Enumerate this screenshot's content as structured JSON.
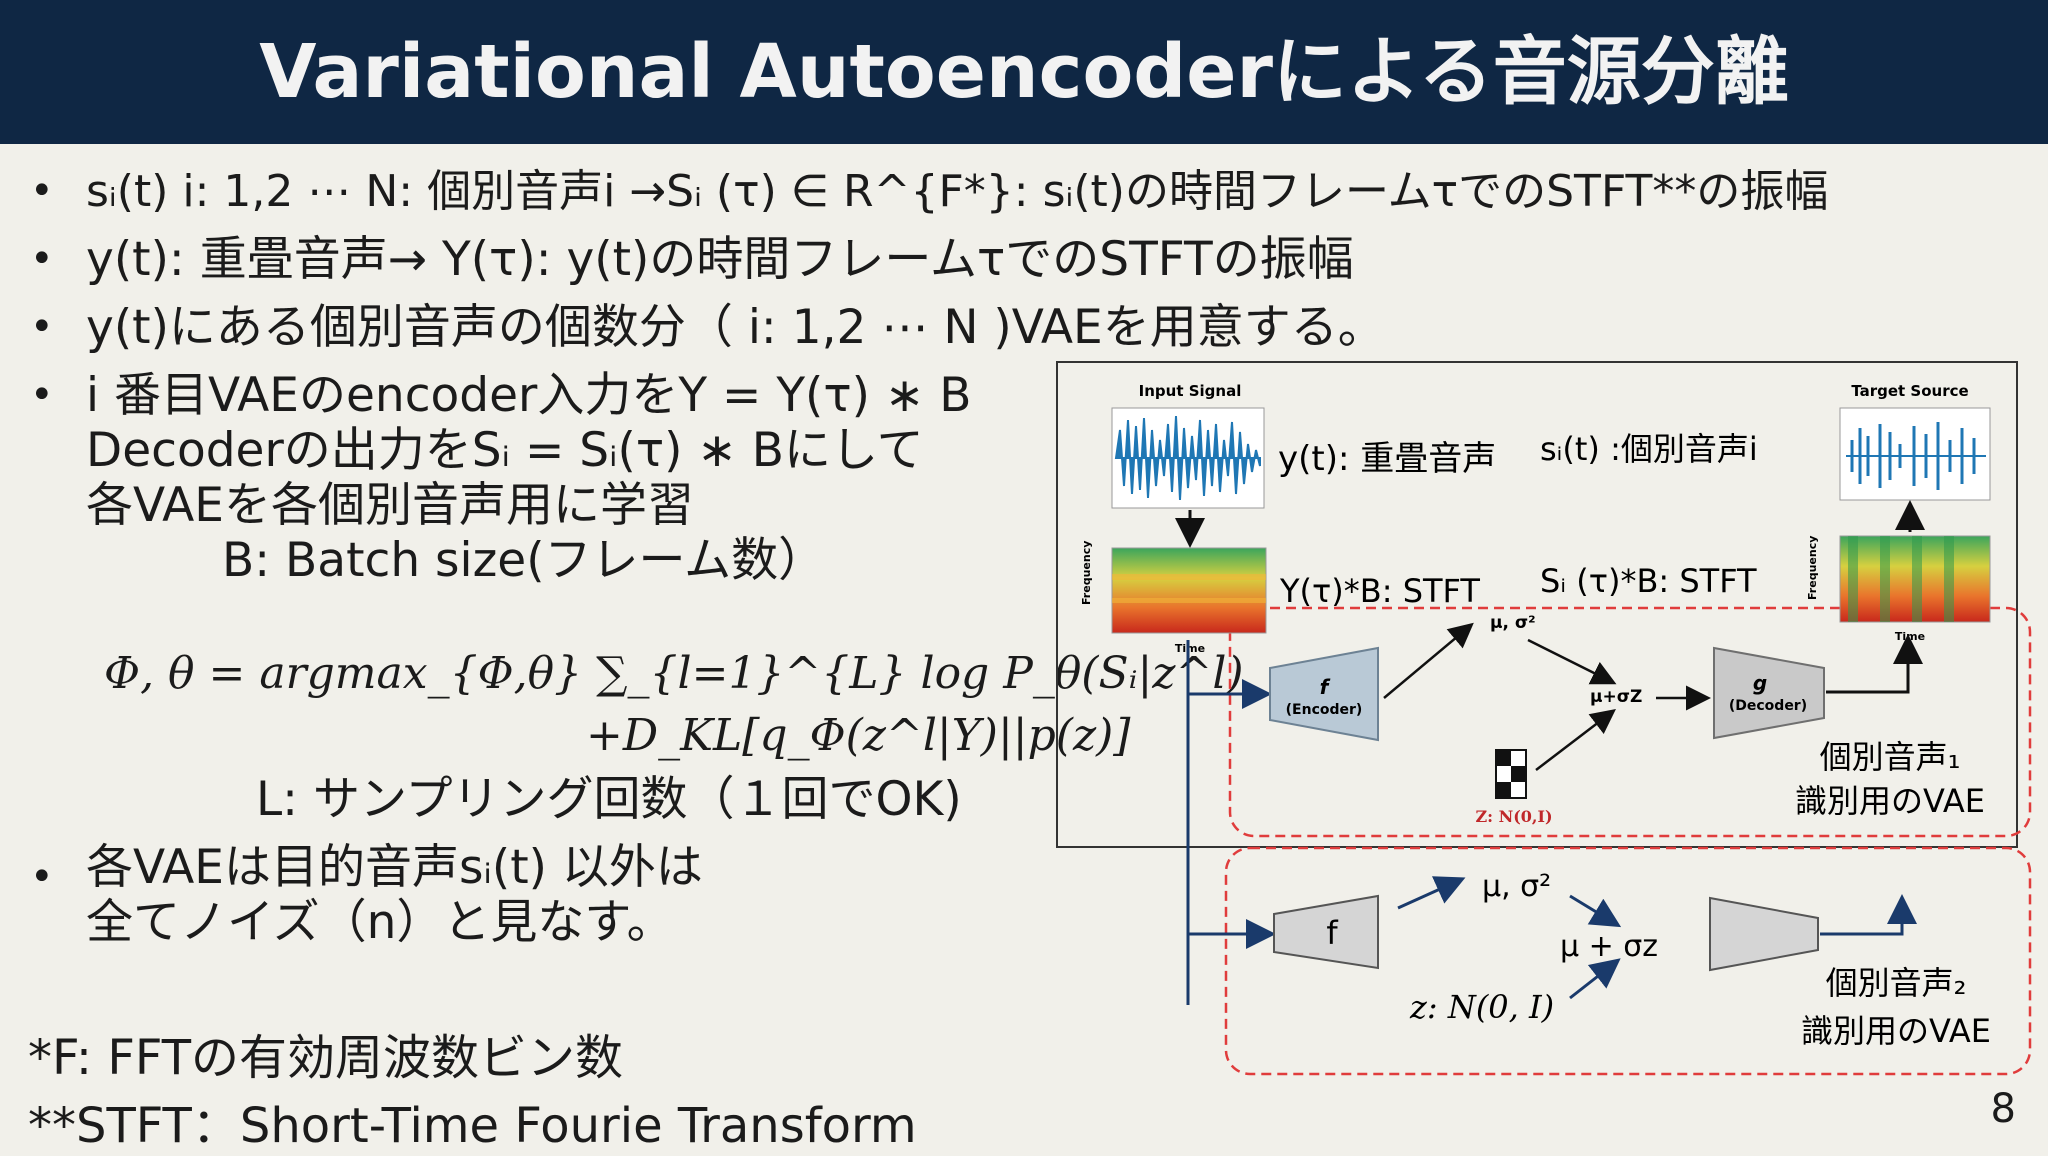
{
  "title": "Variational Autoencoderによる音源分離",
  "bullets": {
    "b1": "sᵢ(t) i: 1,2 ⋯ N: 個別音声i →Sᵢ (τ) ∈ R^{F*}: sᵢ(t)の時間フレームτでのSTFT**の振幅",
    "b2": "y(t): 重畳音声→ Y(τ): y(t)の時間フレームτでのSTFTの振幅",
    "b3": "y(t)にある個別音声の個数分（ i: 1,2 ⋯ N )VAEを用意する。",
    "b4_l1": "i 番目VAEのencoder入力をY = Y(τ) ∗ B",
    "b4_l2": "Decoderの出力をSᵢ = Sᵢ(τ) ∗ Bにして",
    "b4_l3": "各VAEを各個別音声用に学習",
    "b4_l4": "B: Batch size(フレーム数）",
    "formula_l1": "Φ, θ = argmax_{Φ,θ} ∑_{l=1}^{L} log P_θ(Sᵢ|z^l)",
    "formula_l2": "+D_KL[q_Φ(z^l|Y)||p(z)]",
    "formula_l3": "L: サンプリング回数（１回でOK)",
    "b5_l1": "各VAEは目的音声sᵢ(t) 以外は",
    "b5_l2": "全てノイズ（n）と見なす。"
  },
  "notes": {
    "n1": "*F: FFTの有効周波数ビン数",
    "n2": "**STFT：Short-Time Fourie Transform"
  },
  "page_number": "8",
  "diagram": {
    "input_signal": "Input Signal",
    "target_source": "Target Source",
    "y_label": "y(t): 重畳音声",
    "s_label": "sᵢ(t) :個別音声i",
    "Y_stft": "Y(τ)*B: STFT",
    "S_stft": "Sᵢ (τ)*B: STFT",
    "frequency": "Frequency",
    "time": "Time",
    "encoder_f": "f",
    "encoder_sub": "(Encoder)",
    "decoder_g": "g",
    "decoder_sub": "(Decoder)",
    "mu_sigma_1": "μ, σ²",
    "mu_sigma_z_1": "μ+σZ",
    "z_normal_1": "Z: N(0,I)",
    "vae1_label_l1": "個別音声₁",
    "vae1_label_l2": "識別用のVAE",
    "encoder_f2": "f",
    "mu_sigma_2": "μ, σ²",
    "mu_sigma_z_2": "μ + σz",
    "z_normal_2": "z: N(0, I)",
    "vae2_label_l1": "個別音声₂",
    "vae2_label_l2": "識別用のVAE"
  },
  "colors": {
    "title_bg": "#0f2744",
    "waveform": "#1f77b4",
    "dashed": "#e03c3c",
    "encoder_fill": "#b9c9d6",
    "decoder_fill": "#c9c9c9"
  }
}
